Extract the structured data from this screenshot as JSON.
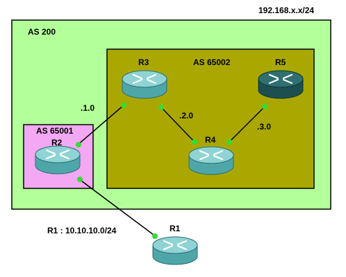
{
  "network_label": "192.168.x.x/24",
  "areas": {
    "as200": "AS 200",
    "as65002": "AS 65002",
    "as65001": "AS 65001"
  },
  "routers": {
    "r1": "R1",
    "r2": "R2",
    "r3": "R3",
    "r4": "R4",
    "r5": "R5"
  },
  "links": {
    "r2_r3": ".1.0",
    "r3_r4": ".2.0",
    "r4_r5": ".3.0",
    "r1_r2": "R1 : 10.10.10.0/24"
  },
  "colors": {
    "as200_fill": "#b3ff99",
    "as65002_fill": "#aaa800",
    "as65001_fill": "#f2a8f2",
    "router_body": "#4fa6a9",
    "router_top": "#8fd3d4",
    "router_dark_body": "#1d4f51",
    "router_dark_top": "#2f6f70",
    "link_end": "#33dd33"
  }
}
